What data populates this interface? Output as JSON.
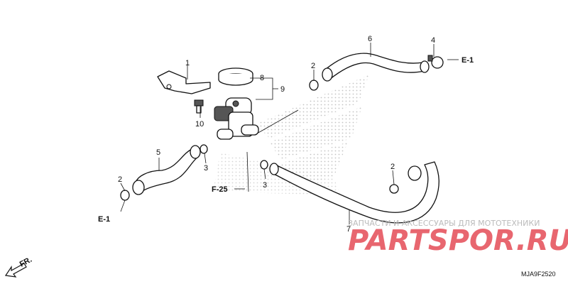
{
  "diagram": {
    "callouts": {
      "c1": "1",
      "c2a": "2",
      "c2b": "2",
      "c2c": "2",
      "c3a": "3",
      "c3b": "3",
      "c4": "4",
      "c5": "5",
      "c6": "6",
      "c7": "7",
      "c8": "8",
      "c9": "9",
      "c10": "10"
    },
    "references": {
      "e1_top": "E-1",
      "e1_bottom": "E-1",
      "f25": "F-25"
    },
    "direction_label": "FR.",
    "diagram_code": "MJA9F2520"
  },
  "watermark": {
    "tagline": "ЗАПЧАСТИ И АКСЕССУАРЫ ДЛЯ МОТОТЕХНИКИ",
    "logo": "PARTSPOR.RU",
    "logo_color": "#e8666f"
  }
}
